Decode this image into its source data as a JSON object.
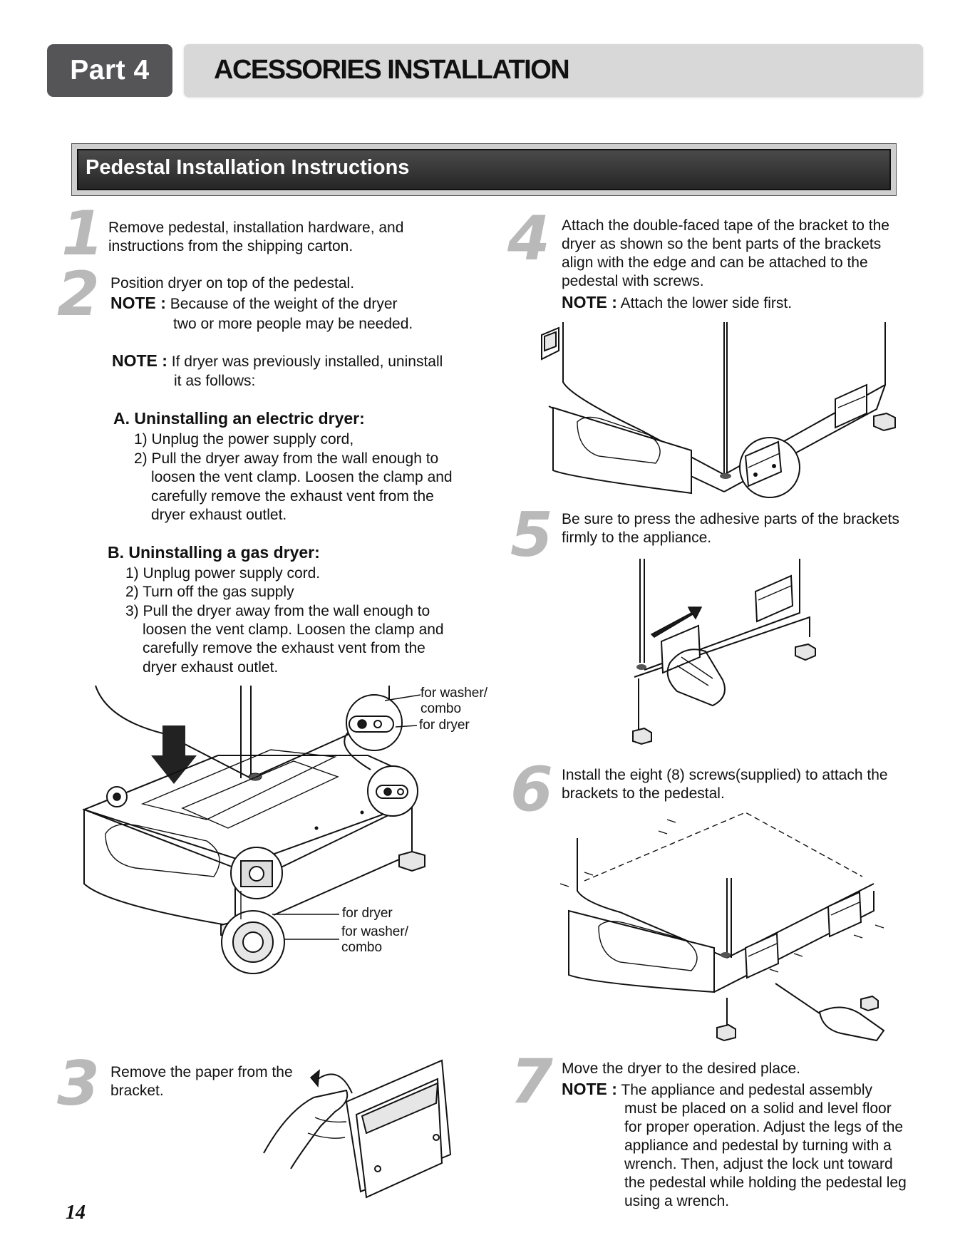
{
  "header": {
    "part_label": "Part 4",
    "title": "ACESSORIES INSTALLATION"
  },
  "section_title": "Pedestal Installation Instructions",
  "steps": {
    "s1": {
      "num": "1",
      "lines": [
        "Remove pedestal, installation hardware, and",
        "instructions from the shipping carton."
      ]
    },
    "s2": {
      "num": "2",
      "line1": "Position dryer on top of the pedestal.",
      "note1_label": "NOTE :",
      "note1_l1": "Because of the weight of the dryer",
      "note1_l2": "two or more people may be needed.",
      "note2_label": "NOTE :",
      "note2_l1": "If dryer was previously installed, uninstall",
      "note2_l2": "it as follows:",
      "a_title": "A. Uninstalling an electric dryer:",
      "a_items": [
        "1) Unplug the power supply cord,",
        "2) Pull the dryer away from the wall enough to",
        "loosen the vent clamp. Loosen the clamp and",
        "carefully remove the exhaust vent from the",
        "dryer exhaust outlet."
      ],
      "b_title": "B. Uninstalling a gas dryer:",
      "b_items": [
        "1) Unplug power supply cord.",
        "2) Turn off the gas supply",
        "3) Pull the dryer away from the wall enough to",
        "loosen the vent clamp. Loosen the clamp and",
        "carefully remove the exhaust vent from the",
        "dryer exhaust outlet."
      ],
      "fig_labels": {
        "top_washer": "for washer/",
        "top_combo": "combo",
        "top_dryer": "for dryer",
        "bot_dryer": "for dryer",
        "bot_washer": "for washer/",
        "bot_combo": "combo"
      }
    },
    "s3": {
      "num": "3",
      "lines": [
        "Remove the paper from the",
        "bracket."
      ]
    },
    "s4": {
      "num": "4",
      "lines": [
        "Attach the double-faced tape of the bracket to the",
        "dryer as shown so the bent parts of the brackets",
        "align with the edge and can be attached to the",
        "pedestal with screws."
      ],
      "note_label": "NOTE :",
      "note": "Attach the lower side first."
    },
    "s5": {
      "num": "5",
      "lines": [
        "Be sure to press the adhesive parts of  the brackets",
        "firmly to the appliance."
      ]
    },
    "s6": {
      "num": "6",
      "lines": [
        "Install the eight (8) screws(supplied) to attach the",
        "brackets to the pedestal."
      ]
    },
    "s7": {
      "num": "7",
      "line1": "Move the dryer to the desired place.",
      "note_label": "NOTE :",
      "note_lines": [
        "The appliance and pedestal assembly",
        "must be placed on a solid and level floor",
        "for proper operation. Adjust the legs of the",
        "appliance and pedestal by turning with a",
        "wrench. Then, adjust the lock unt toward",
        "the pedestal while holding the pedestal leg",
        "using a wrench."
      ]
    }
  },
  "page_number": "14"
}
